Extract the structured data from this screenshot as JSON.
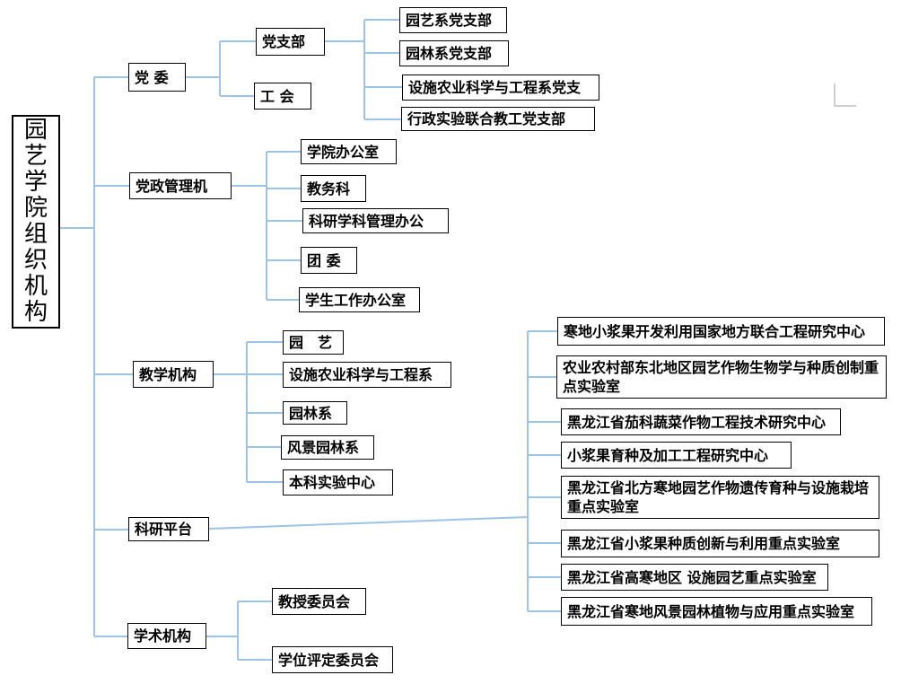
{
  "colors": {
    "connector": "#9DC3E6",
    "box_border": "#000000",
    "box_text": "#000000",
    "background": "#FFFFFF",
    "corner_mark": "#BFBFBF"
  },
  "tree": {
    "root": "园艺学院组织机构",
    "branches": [
      {
        "label": "党 委",
        "children": [
          {
            "label": "党支部",
            "children": [
              "园艺系党支部",
              "园林系党支部",
              "设施农业科学与工程系党支",
              "行政实验联合教工党支部"
            ]
          },
          {
            "label": "工 会"
          }
        ]
      },
      {
        "label": "党政管理机",
        "children": [
          "学院办公室",
          "教务科",
          "科研学科管理办公",
          "团 委",
          "学生工作办公室"
        ]
      },
      {
        "label": "教学机构",
        "children": [
          "园　艺",
          "设施农业科学与工程系",
          "园林系",
          "风景园林系",
          "本科实验中心"
        ]
      },
      {
        "label": "科研平台",
        "children": [
          "寒地小浆果开发利用国家地方联合工程研究中心",
          "农业农村部东北地区园艺作物生物学与种质创制重点实验室",
          "黑龙江省茄科蔬菜作物工程技术研究中心",
          "小浆果育种及加工工程研究中心",
          "黑龙江省北方寒地园艺作物遗传育种与设施栽培重点实验室",
          "黑龙江省小浆果种质创新与利用重点实验室",
          "黑龙江省高寒地区 设施园艺重点实验室",
          "黑龙江省寒地风景园林植物与应用重点实验室"
        ]
      },
      {
        "label": "学术机构",
        "children": [
          "教授委员会",
          "学位评定委员会"
        ]
      }
    ]
  }
}
